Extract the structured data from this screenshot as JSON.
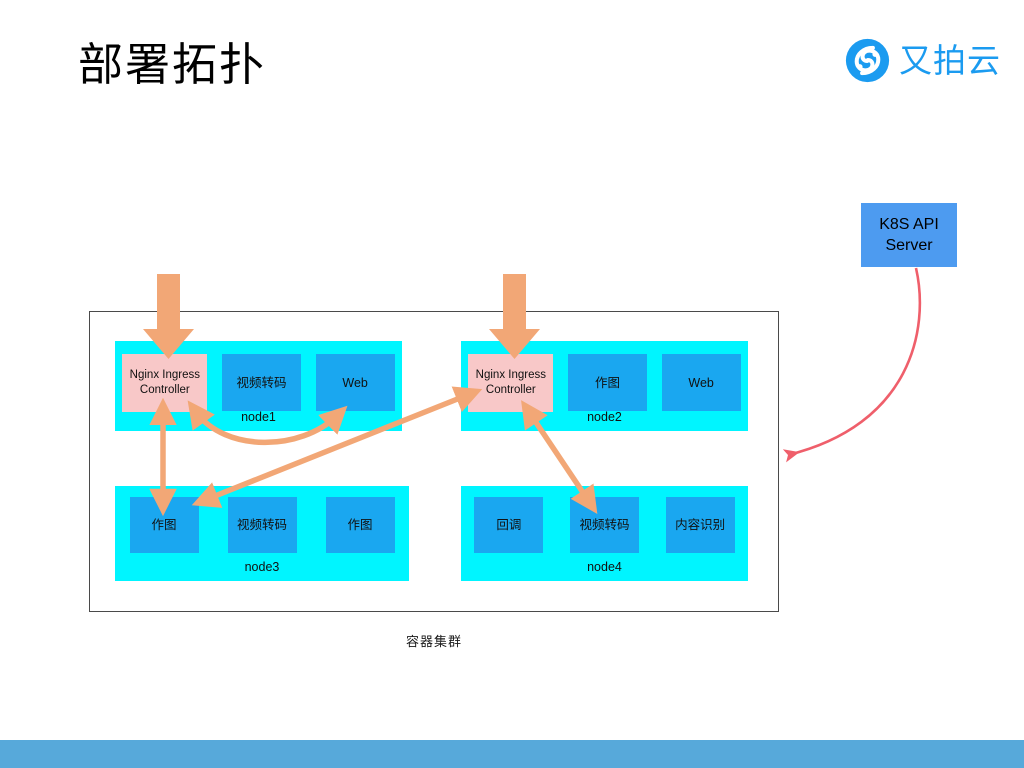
{
  "slide": {
    "title": "部署拓扑",
    "cluster_caption": "容器集群",
    "background_color": "#ffffff",
    "bottom_bar_color": "#57a9da"
  },
  "brand": {
    "name": "又拍云",
    "mark_icon": "upyun-swirl-icon",
    "color": "#1b9bf0"
  },
  "control_plane": {
    "label": "K8S API Server",
    "label_line1": "K8S API",
    "label_line2": "Server",
    "color": "#4d9bf0",
    "link_color": "#ef5f6b"
  },
  "colors": {
    "node_background": "#00f5ff",
    "service_box": "#1aa7f0",
    "ingress_box": "#f8c8c8",
    "arrow": "#f2a776",
    "frame_border": "#4a4a4a"
  },
  "nodes": [
    {
      "id": "node1",
      "label": "node1",
      "services": [
        {
          "name": "Nginx Ingress Controller",
          "line1": "Nginx Ingress",
          "line2": "Controller",
          "kind": "ingress"
        },
        {
          "name": "视频转码",
          "line1": "视频转码",
          "line2": "",
          "kind": "service"
        },
        {
          "name": "Web",
          "line1": "Web",
          "line2": "",
          "kind": "service"
        }
      ]
    },
    {
      "id": "node2",
      "label": "node2",
      "services": [
        {
          "name": "Nginx Ingress Controller",
          "line1": "Nginx Ingress",
          "line2": "Controller",
          "kind": "ingress"
        },
        {
          "name": "作图",
          "line1": "作图",
          "line2": "",
          "kind": "service"
        },
        {
          "name": "Web",
          "line1": "Web",
          "line2": "",
          "kind": "service"
        }
      ]
    },
    {
      "id": "node3",
      "label": "node3",
      "services": [
        {
          "name": "作图",
          "line1": "作图",
          "line2": "",
          "kind": "service"
        },
        {
          "name": "视频转码",
          "line1": "视频转码",
          "line2": "",
          "kind": "service"
        },
        {
          "name": "作图",
          "line1": "作图",
          "line2": "",
          "kind": "service"
        }
      ]
    },
    {
      "id": "node4",
      "label": "node4",
      "services": [
        {
          "name": "回调",
          "line1": "回调",
          "line2": "",
          "kind": "service"
        },
        {
          "name": "视频转码",
          "line1": "视频转码",
          "line2": "",
          "kind": "service"
        },
        {
          "name": "内容识别",
          "line1": "内容识别",
          "line2": "",
          "kind": "service"
        }
      ]
    }
  ],
  "connections": [
    {
      "name": "ingress-traffic-into-node1",
      "style": "thick-block-arrow-down"
    },
    {
      "name": "ingress-traffic-into-node2",
      "style": "thick-block-arrow-down"
    },
    {
      "name": "node1-ingress-to-node3-zuotu",
      "style": "double-headed"
    },
    {
      "name": "node1-ingress-to-node1-web",
      "style": "curved-double-headed"
    },
    {
      "name": "node3-zuotu-to-node2-ingress",
      "style": "double-headed"
    },
    {
      "name": "node2-ingress-to-node4-video",
      "style": "double-headed"
    },
    {
      "name": "k8s-api-server-to-cluster",
      "style": "curved-single-headed"
    }
  ]
}
